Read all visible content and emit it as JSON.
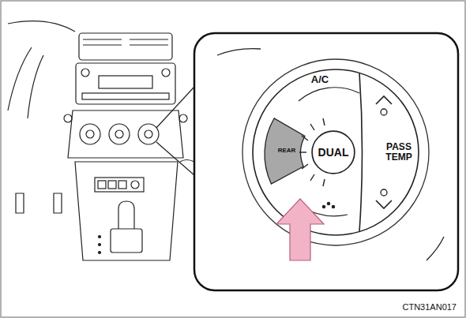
{
  "diagram": {
    "nodes": [
      {
        "text": [
          "REAR"
        ]
      },
      {
        "text": [
          "DUAL"
        ]
      },
      {
        "text": [
          "PASS TEMP"
        ]
      }
    ],
    "labels": [
      "A/C",
      "CTN31AN017"
    ]
  }
}
